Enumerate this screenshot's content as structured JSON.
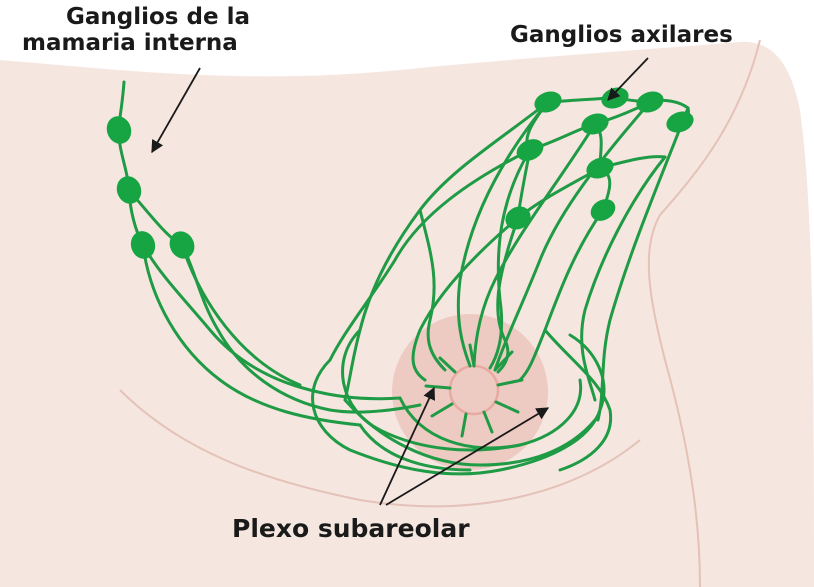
{
  "labels": {
    "internal_mammary_line1": "Ganglios de la",
    "internal_mammary_line2": "mamaria interna",
    "axillary": "Ganglios axilares",
    "subareolar": "Plexo subareolar"
  },
  "colors": {
    "skin": "#f6e6e0",
    "skin_outline": "#e4c2b8",
    "areola": "#edcbc3",
    "nipple": "#e8a9a0",
    "lymph": "#1f9b45",
    "node": "#17a443",
    "arrow": "#1a1a1a"
  }
}
